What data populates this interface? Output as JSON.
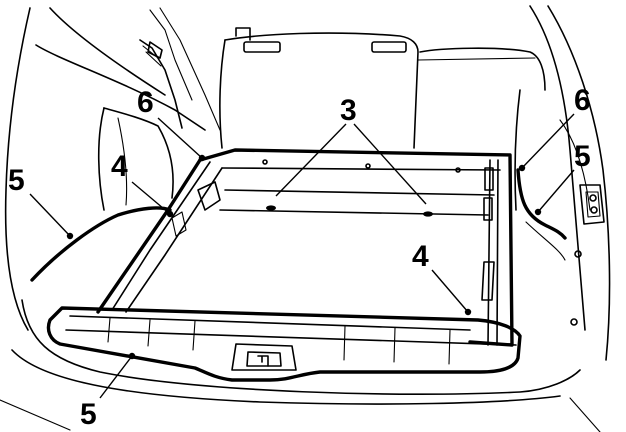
{
  "diagram": {
    "callouts": [
      {
        "id": "c5-left",
        "text": "5"
      },
      {
        "id": "c6-left",
        "text": "6"
      },
      {
        "id": "c4-left",
        "text": "4"
      },
      {
        "id": "c3",
        "text": "3"
      },
      {
        "id": "c6-right",
        "text": "6"
      },
      {
        "id": "c5-right",
        "text": "5"
      },
      {
        "id": "c4-right",
        "text": "4"
      },
      {
        "id": "c5-bottom",
        "text": "5"
      }
    ]
  }
}
